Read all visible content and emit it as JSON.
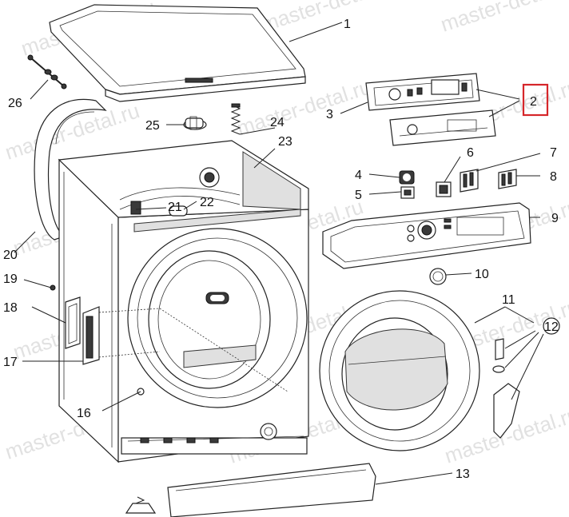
{
  "watermark": "master-detal.ru",
  "highlight_color": "#d6262a",
  "callouts": [
    "1",
    "2",
    "3",
    "4",
    "5",
    "6",
    "7",
    "8",
    "9",
    "10",
    "11",
    "12",
    "13",
    "16",
    "17",
    "18",
    "19",
    "20",
    "21",
    "22",
    "23",
    "24",
    "25",
    "26"
  ]
}
